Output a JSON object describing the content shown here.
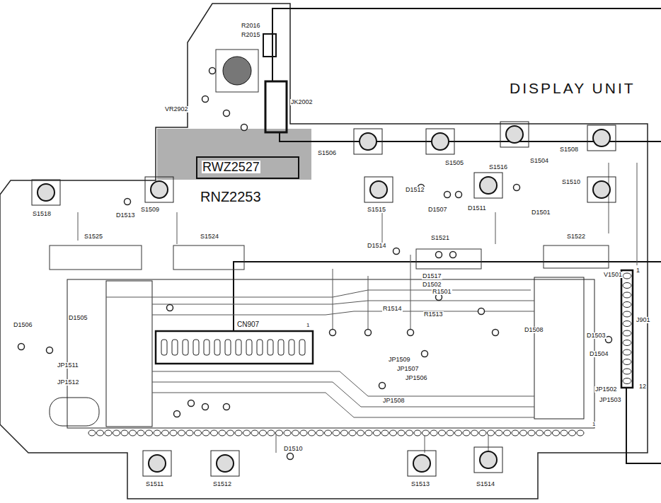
{
  "diagram": {
    "title": "DISPLAY UNIT",
    "labels": [
      "R2016",
      "R2015",
      "JK2002",
      "VR2902",
      "RWZ2527",
      "RNZ2253",
      "S1506",
      "S1505",
      "S1504",
      "S1508",
      "S1510",
      "S1516",
      "S1515",
      "D1512",
      "D1507",
      "D1511",
      "D1501",
      "S1518",
      "S1509",
      "D1513",
      "S1525",
      "S1524",
      "S1521",
      "S1522",
      "D1514",
      "D1517",
      "D1502",
      "V1501",
      "D1506",
      "D1505",
      "CN907",
      "1",
      "R1514",
      "R1513",
      "R1501",
      "D1508",
      "D1503",
      "D1504",
      "JP1509",
      "JP1507",
      "JP1506",
      "JP1508",
      "JP1511",
      "JP1512",
      "JP1502",
      "JP1503",
      "J901",
      "1",
      "12",
      "1",
      "D1510",
      "S1511",
      "S1512",
      "S1513",
      "S1514"
    ]
  }
}
